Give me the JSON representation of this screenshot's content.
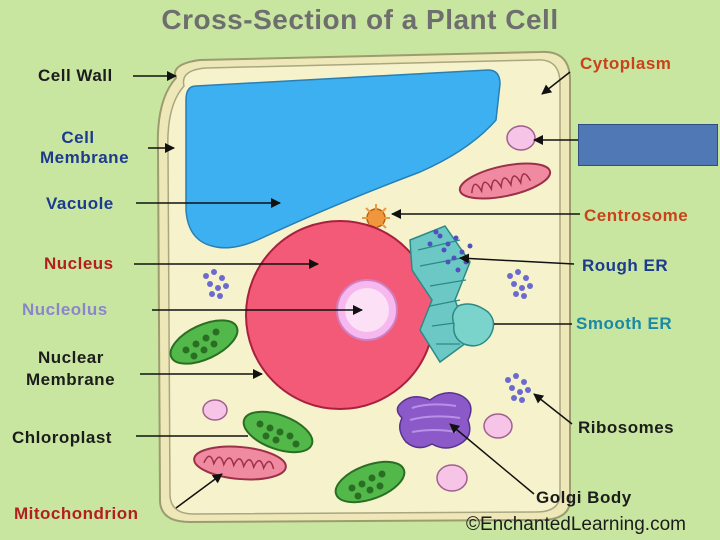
{
  "title": "Cross-Section of a Plant Cell",
  "labels": {
    "cell_wall": "Cell Wall",
    "cell_membrane_1": "Cell",
    "cell_membrane_2": "Membrane",
    "vacuole": "Vacuole",
    "nucleus": "Nucleus",
    "nucleolus": "Nucleolus",
    "nuclear_membrane_1": "Nuclear",
    "nuclear_membrane_2": "Membrane",
    "chloroplast": "Chloroplast",
    "mitochondrion": "Mitochondrion",
    "cytoplasm": "Cytoplasm",
    "centrosome": "Centrosome",
    "rough_er": "Rough ER",
    "smooth_er": "Smooth ER",
    "ribosomes": "Ribosomes",
    "golgi_body": "Golgi Body"
  },
  "credit": "©EnchantedLearning.com",
  "colors": {
    "background": "#c8e6a0",
    "cell_fill": "#f4f0c8",
    "vacuole": "#3cb0f0",
    "nucleus": "#f25a78",
    "nucleolus": "#f6b8ee",
    "chloroplast": "#52b84a",
    "mitochondrion": "#f08aa0",
    "golgi": "#8c5ac8",
    "er": "#6cc8c4",
    "centrosome": "#f0963c",
    "cover_box": "#4f78b5"
  }
}
